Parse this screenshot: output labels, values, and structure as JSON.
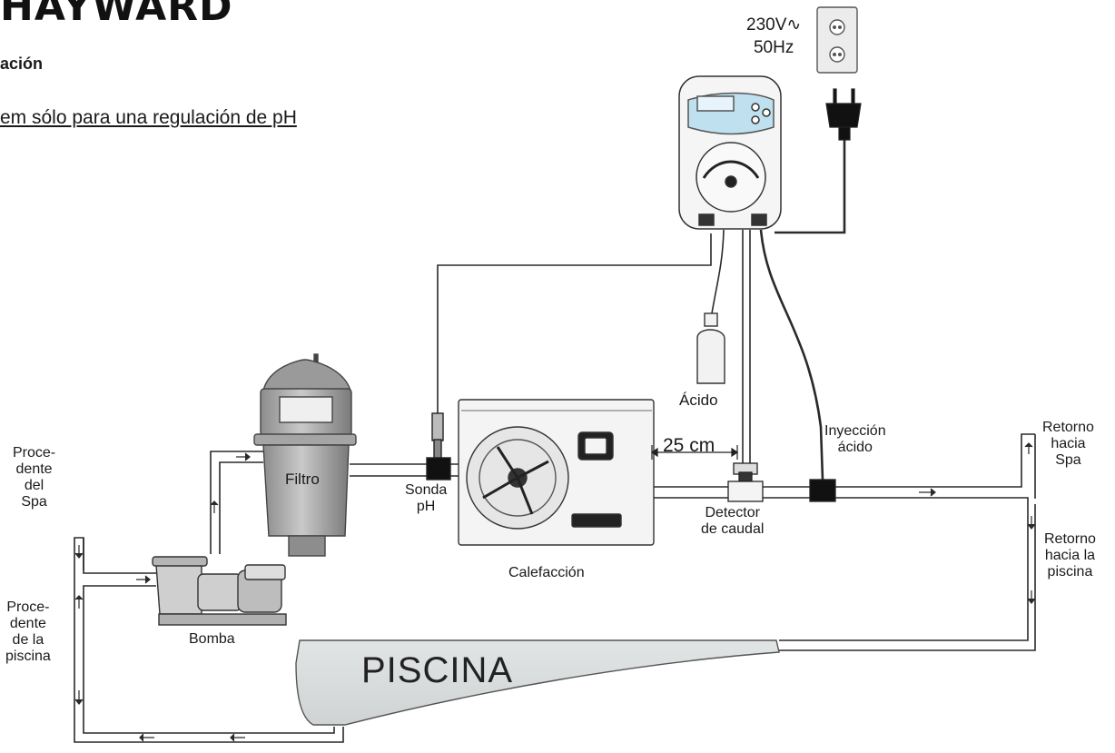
{
  "header": {
    "brand": "HAYWARD",
    "section_title": "ación",
    "subtitle": "em sólo para una regulación de pH"
  },
  "power": {
    "label": "230V∿\n50Hz"
  },
  "labels": {
    "acid": "Ácido",
    "injection": "Inyección\nácido",
    "return_spa": "Retorno\nhacia\nSpa",
    "return_pool": "Retorno\nhacia la\npiscina",
    "from_spa": "Proce-\ndente\ndel\nSpa",
    "from_pool": "Proce-\ndente\nde la\npiscina",
    "filter": "Filtro",
    "probe": "Sonda\npH",
    "dimension": "25 cm",
    "flow_detector": "Detector\nde caudal",
    "heater": "Calefacción",
    "pump": "Bomba",
    "pool": "PISCINA"
  },
  "colors": {
    "pipe": "#2a2a2a",
    "equipment": "#b8b8b8",
    "pool": "#d9dcdc",
    "panel": "#bfe0ef"
  }
}
